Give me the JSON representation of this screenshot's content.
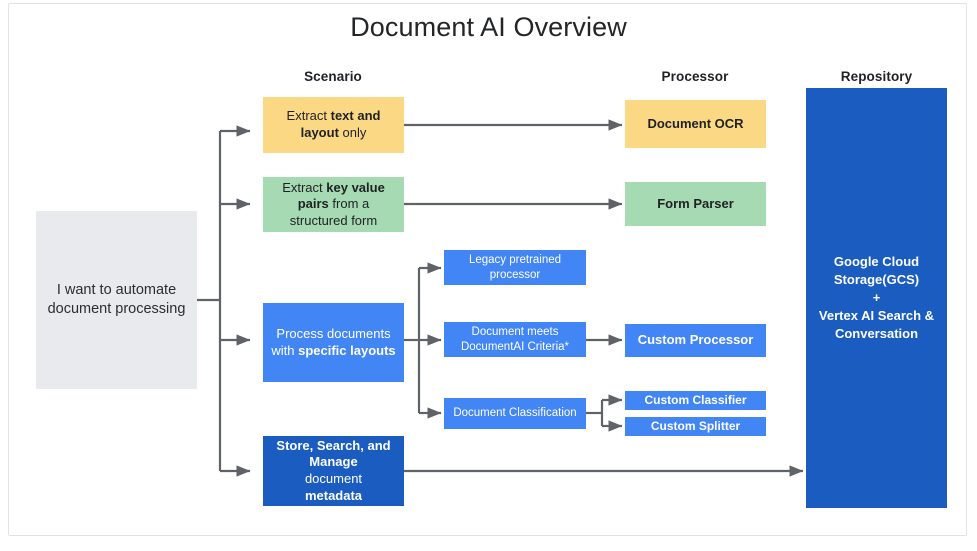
{
  "title": "Document AI Overview",
  "columns": {
    "scenario": "Scenario",
    "processor": "Processor",
    "repository": "Repository"
  },
  "entry": {
    "label": "I want to automate document processing",
    "color": "#e8eaed"
  },
  "scenarios": [
    {
      "id": "extract-text-layout",
      "plain_label": "Extract text and layout only",
      "segments": [
        {
          "text": "Extract ",
          "bold": false
        },
        {
          "text": "text and layout",
          "bold": true
        },
        {
          "text": " only",
          "bold": false
        }
      ],
      "color": "#fbd984"
    },
    {
      "id": "extract-key-value-pairs",
      "plain_label": "Extract key value pairs from a structured form",
      "segments": [
        {
          "text": "Extract ",
          "bold": false
        },
        {
          "text": "key value pairs",
          "bold": true
        },
        {
          "text": " from a structured form",
          "bold": false
        }
      ],
      "color": "#a6dab2"
    },
    {
      "id": "process-specific-layouts",
      "plain_label": "Process documents with specific layouts",
      "segments": [
        {
          "text": "Process documents with ",
          "bold": false
        },
        {
          "text": "specific layouts",
          "bold": true
        }
      ],
      "color": "#4285f4"
    },
    {
      "id": "store-search-manage",
      "plain_label": "Store, Search, and Manage document metadata",
      "segments": [
        {
          "text": "Store, Search, and Manage",
          "bold": true
        },
        {
          "text": " document ",
          "bold": false
        },
        {
          "text": "metadata",
          "bold": true
        }
      ],
      "color": "#1b5cc0"
    }
  ],
  "decisions": [
    {
      "id": "legacy-pretrained-processor",
      "label": "Legacy pretrained processor",
      "color": "#4285f4"
    },
    {
      "id": "document-meets-criteria",
      "label": "Document meets DocumentAI Criteria*",
      "color": "#4285f4"
    },
    {
      "id": "document-classification",
      "label": "Document Classification",
      "color": "#4285f4"
    }
  ],
  "processors": [
    {
      "id": "document-ocr",
      "label": "Document OCR",
      "color": "#fbd984"
    },
    {
      "id": "form-parser",
      "label": "Form Parser",
      "color": "#a6dab2"
    },
    {
      "id": "custom-processor",
      "label": "Custom Processor",
      "color": "#4285f4"
    },
    {
      "id": "custom-classifier",
      "label": "Custom Classifier",
      "color": "#4285f4"
    },
    {
      "id": "custom-splitter",
      "label": "Custom Splitter",
      "color": "#4285f4"
    }
  ],
  "repository": {
    "line1": "Google Cloud",
    "line2": "Storage(GCS)",
    "line3": "+",
    "line4": "Vertex AI Search &",
    "line5": "Conversation",
    "color": "#1b5cc0"
  },
  "colors": {
    "arrow": "#5f6368",
    "frame_border": "#e3e3e3",
    "title_text": "#232527",
    "background": "#ffffff"
  }
}
